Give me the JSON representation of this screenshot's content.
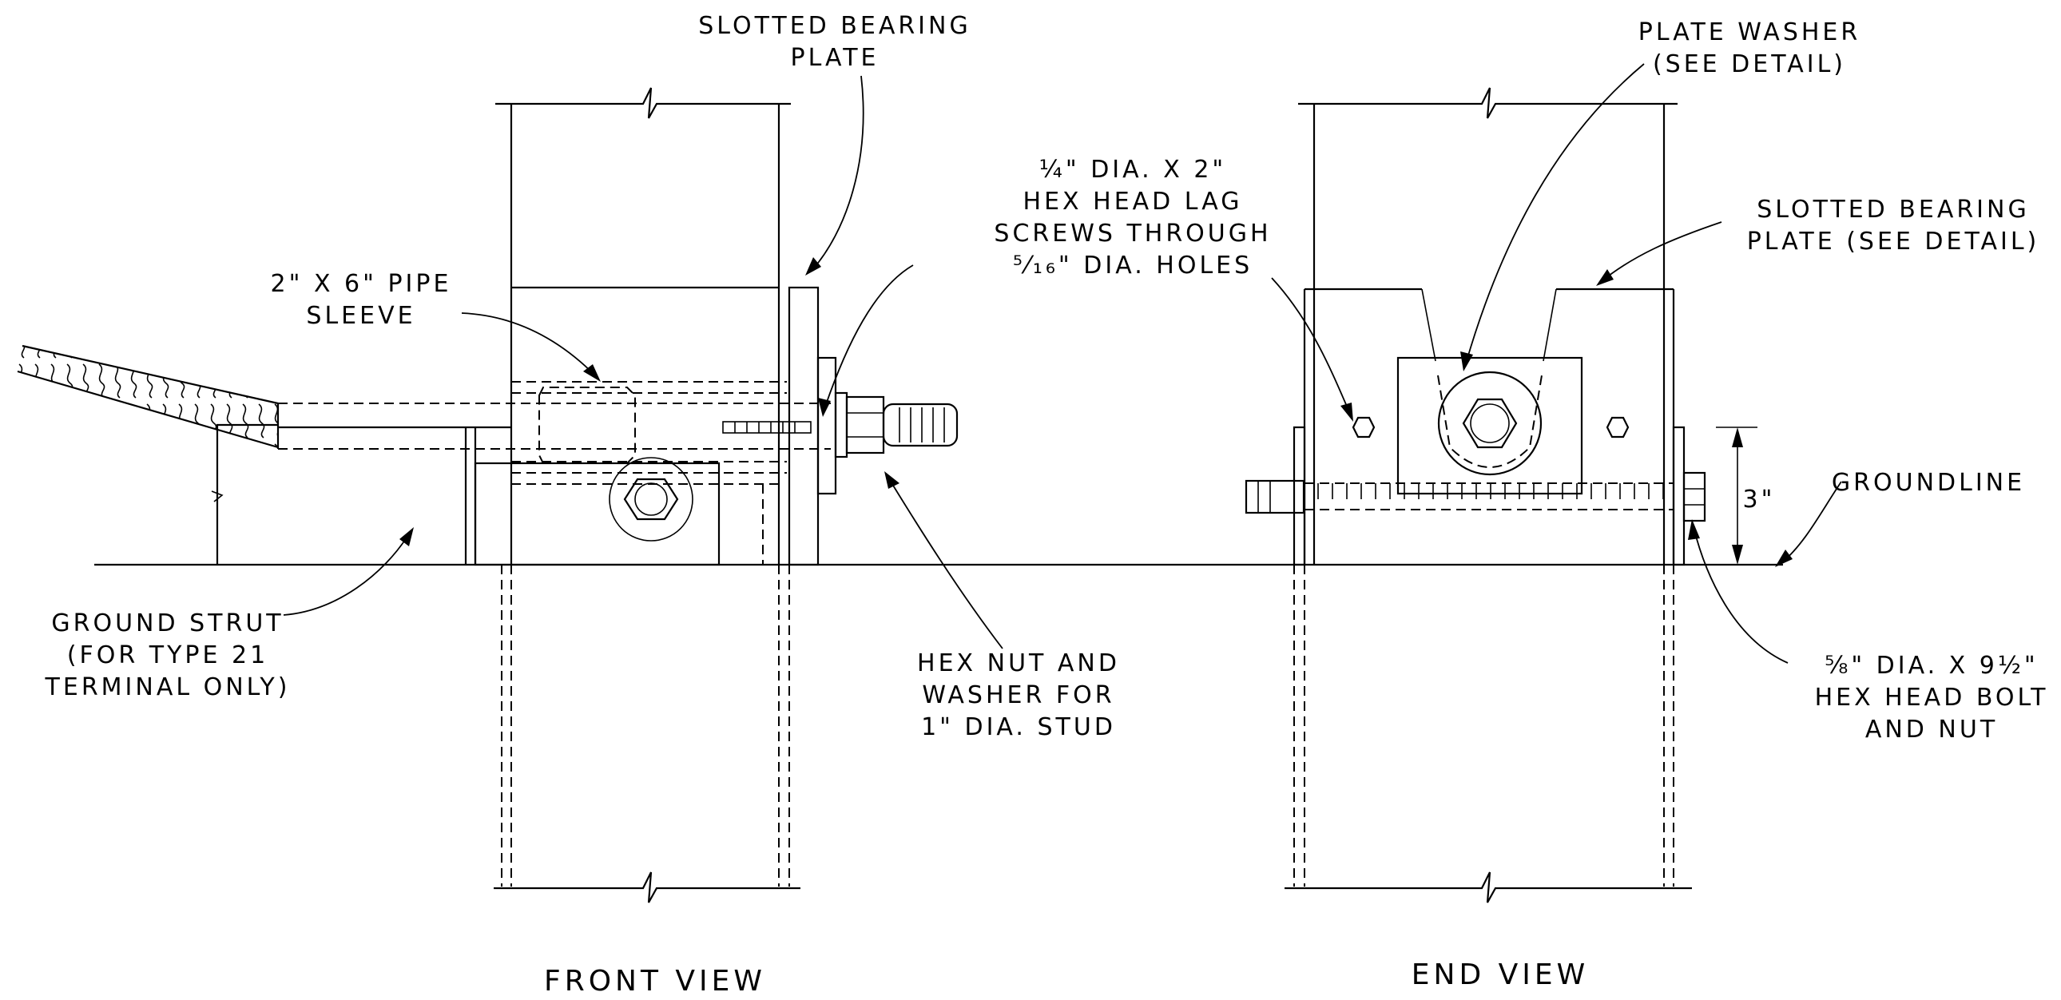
{
  "views": {
    "front": "FRONT VIEW",
    "end": "END VIEW"
  },
  "front_labels": {
    "bearing_plate": [
      "SLOTTED BEARING",
      "PLATE"
    ],
    "pipe_sleeve": [
      "2\" X 6\" PIPE",
      "SLEEVE"
    ],
    "lag_screws": [
      "¼\" DIA. X 2\"",
      "HEX HEAD LAG",
      "SCREWS THROUGH",
      "⁵⁄₁₆\" DIA. HOLES"
    ],
    "hex_nut": [
      "HEX NUT AND",
      "WASHER FOR",
      "1\" DIA. STUD"
    ],
    "ground_strut": [
      "GROUND STRUT",
      "(FOR TYPE 21",
      "TERMINAL ONLY)"
    ]
  },
  "end_labels": {
    "plate_washer": [
      "PLATE WASHER",
      "(SEE DETAIL)"
    ],
    "bearing_plate": [
      "SLOTTED BEARING",
      "PLATE (SEE DETAIL)"
    ],
    "groundline": "GROUNDLINE",
    "dimension": "3\"",
    "hex_bolt": [
      "⅝\" DIA. X 9½\"",
      "HEX HEAD BOLT",
      "AND NUT"
    ]
  }
}
